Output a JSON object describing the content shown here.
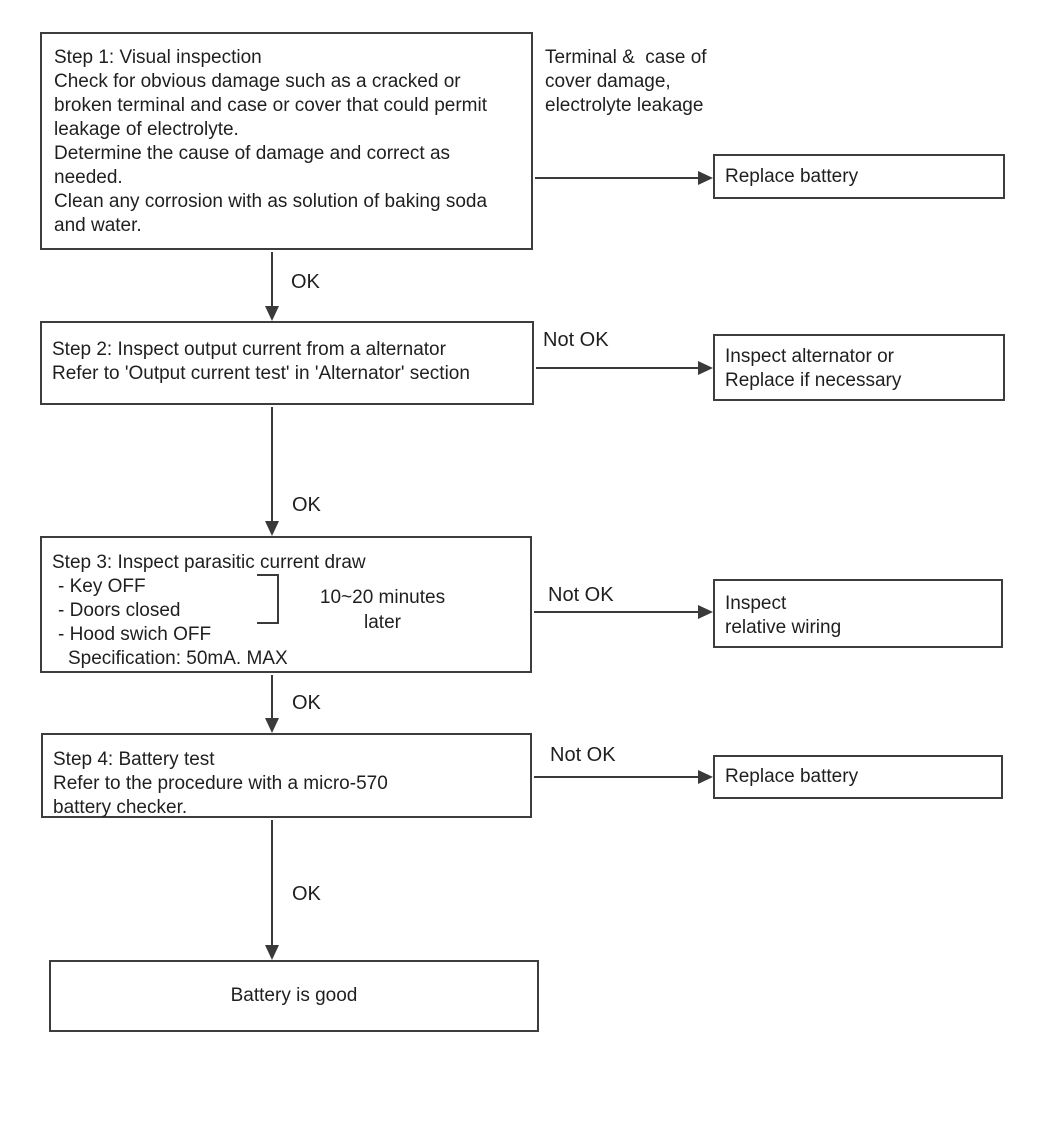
{
  "colors": {
    "background": "#ffffff",
    "border": "#3d3d3d",
    "text": "#1f1f1f",
    "connector": "#3a3a3a"
  },
  "labels": {
    "ok": "OK",
    "not_ok": "Not OK"
  },
  "annotation": {
    "lines": [
      "Terminal &  case of",
      "cover damage,",
      "electrolyte leakage"
    ]
  },
  "step1": {
    "lines": [
      "Step 1: Visual inspection",
      "Check for obvious damage such as a cracked or",
      "broken terminal and case or cover that could permit",
      "leakage of electrolyte.",
      "Determine the cause of damage and correct as",
      "needed.",
      "Clean any corrosion with as solution of baking soda",
      "and water."
    ]
  },
  "step2": {
    "lines": [
      "Step 2: Inspect output current from a alternator",
      "Refer to 'Output current test' in 'Alternator' section"
    ]
  },
  "step3": {
    "lines": [
      "Step 3: Inspect parasitic current draw",
      "- Key OFF",
      "- Doors closed",
      "- Hood swich OFF",
      "Specification: 50mA. MAX"
    ],
    "bracket_note": {
      "line1": "10~20 minutes",
      "line2": "later"
    }
  },
  "step4": {
    "lines": [
      "Step 4: Battery test",
      "Refer to the procedure with a micro-570",
      "battery checker."
    ]
  },
  "final": {
    "label": "Battery is good"
  },
  "outcomes": {
    "replace_battery_1": {
      "lines": [
        "Replace battery"
      ]
    },
    "inspect_alternator": {
      "lines": [
        "Inspect alternator or",
        "Replace if necessary"
      ]
    },
    "inspect_wiring": {
      "lines": [
        "Inspect",
        "relative wiring"
      ]
    },
    "replace_battery_2": {
      "lines": [
        "Replace battery"
      ]
    }
  }
}
